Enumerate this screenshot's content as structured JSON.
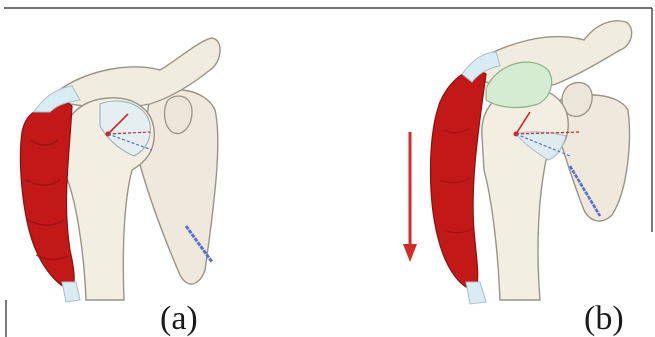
{
  "panels": [
    {
      "id": "a",
      "label": "(a)"
    },
    {
      "id": "b",
      "label": "(b)"
    }
  ],
  "colors": {
    "frame": "#222222",
    "bone_fill": "#f0ecdf",
    "bone_stroke": "#9a9484",
    "cartilage": "#cfe6ea",
    "glenoid_cartilage_b": "#d6ecd2",
    "muscle": "#c21818",
    "muscle_dark": "#8e0f0f",
    "tendon": "#d9ecf3",
    "line_red": "#d42020",
    "line_blue": "#5a6fd0",
    "arrow": "#d42a2a"
  }
}
